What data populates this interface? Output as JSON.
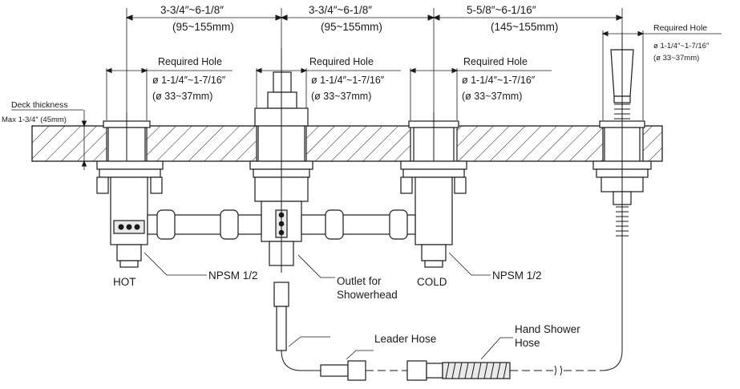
{
  "dimensions": {
    "span_1": {
      "imperial": "3-3/4″~6-1/8″",
      "metric": "(95~155mm)"
    },
    "span_2": {
      "imperial": "3-3/4″~6-1/8″",
      "metric": "(95~155mm)"
    },
    "span_3": {
      "imperial": "5-5/8″~6-1/16″",
      "metric": "(145~155mm)"
    }
  },
  "holes": {
    "hot": {
      "title": "Required Hole",
      "imperial": "ø 1-1/4″~1-7/16″",
      "metric": "(ø 33~37mm)"
    },
    "center": {
      "title": "Required Hole",
      "imperial": "ø 1-1/4″~1-7/16″",
      "metric": "(ø 33~37mm)"
    },
    "cold": {
      "title": "Required Hole",
      "imperial": "ø 1-1/4″~1-7/16″",
      "metric": "(ø 33~37mm)"
    },
    "shower": {
      "title": "Required Hole",
      "imperial": "ø 1-1/4″~1-7/16″",
      "metric": "(ø 33~37mm)"
    }
  },
  "deck": {
    "title": "Deck thickness",
    "max": "Max 1-3/4″ (45mm)"
  },
  "labels": {
    "hot": "HOT",
    "cold": "COLD",
    "npsm_hot": "NPSM 1/2",
    "npsm_cold": "NPSM 1/2",
    "outlet_line1": "Outlet for",
    "outlet_line2": "Showerhead",
    "leader_hose": "Leader Hose",
    "hand_shower_line1": "Hand Shower",
    "hand_shower_line2": "Hose"
  }
}
